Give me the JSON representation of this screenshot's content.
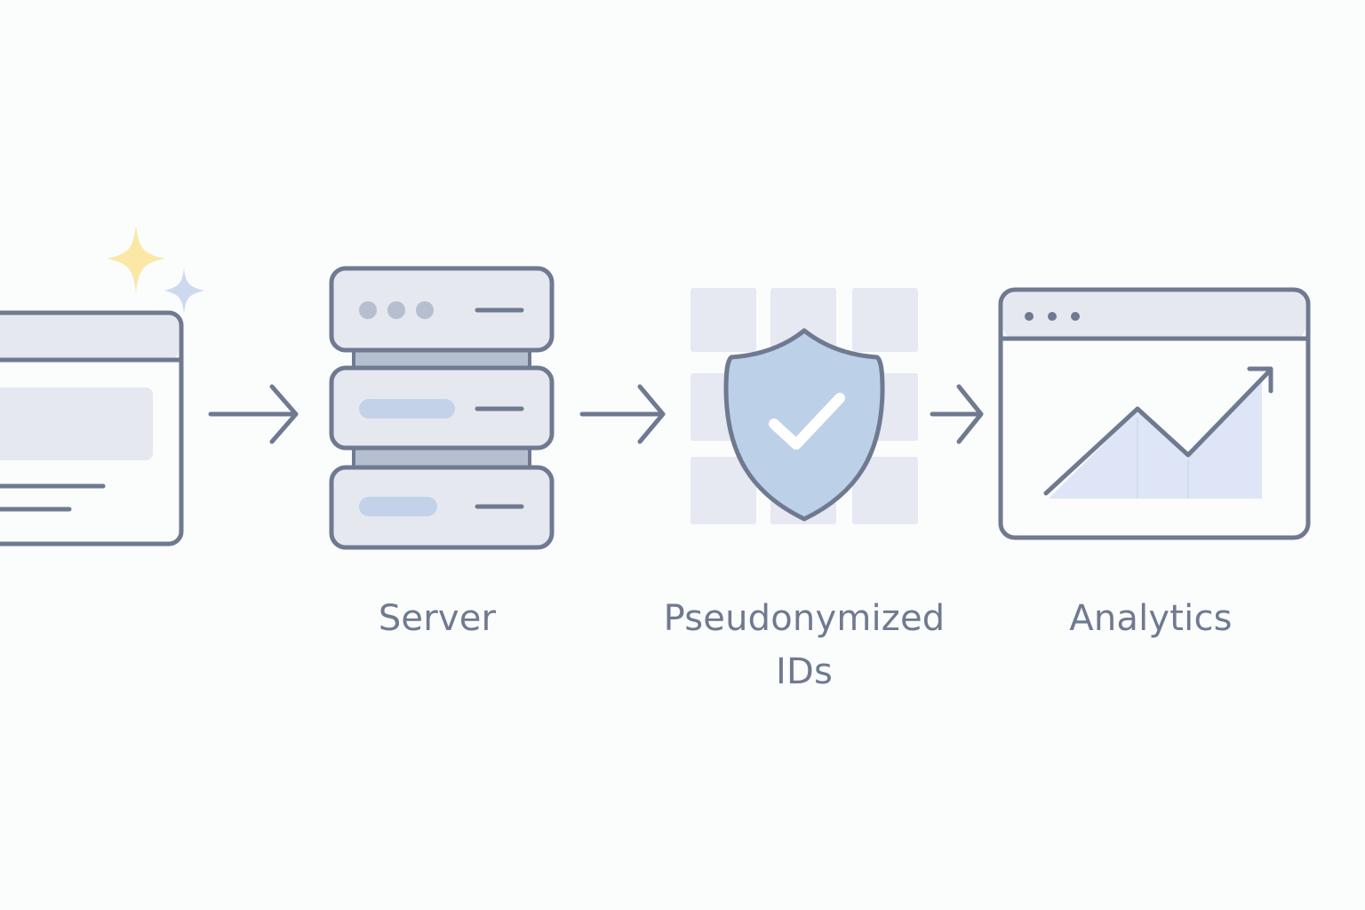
{
  "colors": {
    "background": "#fbfcfc",
    "outline": "#6f7a91",
    "panel_fill": "#e6e8f0",
    "pill_blue": "#c3d2e8",
    "grid_tile": "#e6e8f2",
    "shield_fill": "#bcd0e8",
    "chart_fill": "#dde5f7",
    "sparkle_yellow": "#fbe7a6",
    "sparkle_blue": "#cfd9ee",
    "label_text": "#6f7a91"
  },
  "stages": [
    {
      "name": "client",
      "icon": "browser-window-icon",
      "label": ""
    },
    {
      "name": "server",
      "icon": "server-stack-icon",
      "label": "Server"
    },
    {
      "name": "pseudonymization",
      "icon": "shield-check-icon",
      "label": "Pseudonymized\nIDs"
    },
    {
      "name": "analytics",
      "icon": "analytics-chart-icon",
      "label": "Analytics"
    }
  ],
  "connectors": [
    "arrow-right-icon",
    "arrow-right-icon",
    "arrow-right-icon"
  ]
}
